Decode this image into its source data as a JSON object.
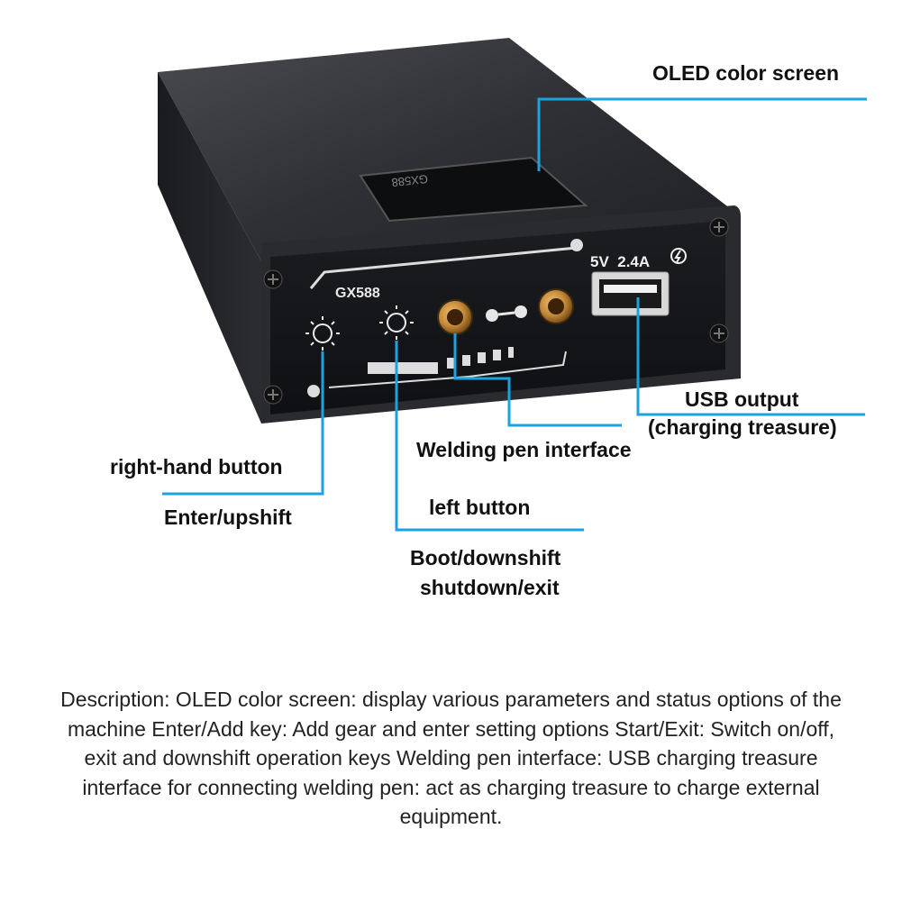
{
  "device": {
    "front_model": "GX588",
    "lid_model": "GX588",
    "usb_spec": "5V  2.4A",
    "colors": {
      "body": "#2b2c2f",
      "panel": "#15161a",
      "accent_line": "#1aa3de",
      "brass": "#c58a3a"
    }
  },
  "callouts": {
    "oled": "OLED color screen",
    "usb_line1": "USB output",
    "usb_line2": "(charging treasure)",
    "pen": "Welding pen interface",
    "right_btn": "right-hand button",
    "enter": "Enter/upshift",
    "left_btn": "left button",
    "boot_line1": "Boot/downshift",
    "boot_line2": "shutdown/exit"
  },
  "description": "Description: OLED color screen: display various parameters and status options of the machine Enter/Add key: Add gear and enter setting options Start/Exit: Switch on/off, exit and downshift operation keys Welding pen interface: USB charging treasure interface for connecting welding pen: act as charging treasure to charge external equipment."
}
